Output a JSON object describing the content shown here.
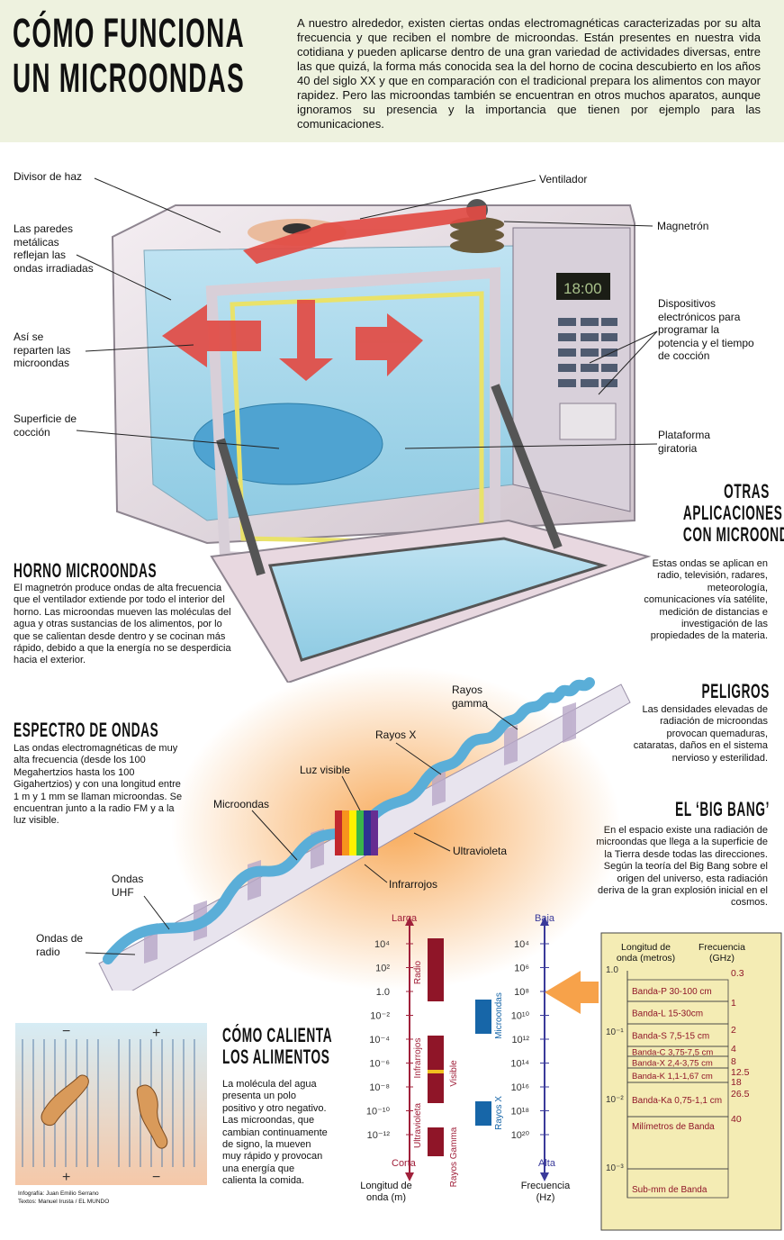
{
  "header": {
    "title_line1": "CÓMO FUNCIONA",
    "title_line2": "UN MICROONDAS",
    "intro": "A nuestro alrededor, existen ciertas ondas electromagnéticas caracterizadas por su alta frecuencia y que reciben el nombre de microondas. Están presentes en nuestra vida cotidiana y pueden aplicarse dentro de una gran variedad de actividades diversas, entre las que quizá, la forma más conocida sea la del horno de cocina descubierto en los años 40 del siglo XX y que en comparación con el tradicional prepara los alimentos con mayor rapidez. Pero las microondas también se encuentran en otros muchos aparatos, aunque ignoramos su presencia y la importancia que tienen por ejemplo para las comunicaciones."
  },
  "oven_labels": {
    "divisor": "Divisor de haz",
    "ventilador": "Ventilador",
    "magnetron": "Magnetrón",
    "paredes": "Las paredes metálicas reflejan las ondas irradiadas",
    "reparten": "Así se reparten las microondas",
    "superficie": "Superficie de cocción",
    "dispositivos": "Dispositivos electrónicos para programar la potencia y el tiempo de cocción",
    "plataforma": "Plataforma giratoria",
    "display": "18:00"
  },
  "sections": {
    "horno_title": "HORNO MICROONDAS",
    "horno_text": "El magnetrón produce ondas de alta frecuencia que el ventilador extiende por todo el interior del horno. Las microondas mueven las moléculas del agua y otras sustancias de los alimentos, por lo que se calientan desde dentro y se cocinan más rápido, debido a que la energía no se desperdicia hacia el exterior.",
    "otras_title_1": "OTRAS",
    "otras_title_2": "APLICACIONES",
    "otras_title_3": "CON MICROONDAS",
    "otras_text": "Estas ondas se aplican en radio, televisión, radares, meteorología, comunicaciones vía satélite, medición de distancias e investigación de las propiedades de la materia.",
    "peligros_title": "PELIGROS",
    "peligros_text": "Las densidades elevadas de radiación de microondas provocan quemaduras, cataratas, daños en el sistema nervioso y esterilidad.",
    "bigbang_title": "EL ‘BIG BANG’",
    "bigbang_text": "En el espacio existe una radiación de microondas que llega a la superficie de la Tierra desde todas las direcciones. Según la teoría del Big Bang sobre el origen del universo, esta radiación deriva de la gran explosión inicial en el cosmos.",
    "espectro_title": "ESPECTRO DE ONDAS",
    "espectro_text": "Las ondas electromagnéticas de muy alta frecuencia (desde los 100 Megahertzios hasta los 100 Gigahertzios) y con una longitud entre 1 m y 1 mm se llaman microondas. Se encuentran junto a la radio FM y a la luz visible.",
    "calienta_title_1": "CÓMO CALIENTA",
    "calienta_title_2": "LOS ALIMENTOS",
    "calienta_text": "La molécula del agua presenta un polo positivo y otro negativo. Las microondas, que cambian continuamente de signo, la mueven muy rápido y provocan una energía que calienta la comida."
  },
  "spectrum_labels": {
    "gamma": "Rayos gamma",
    "x": "Rayos X",
    "visible": "Luz visible",
    "micro": "Microondas",
    "ultra": "Ultravioleta",
    "infra": "Infrarrojos",
    "uhf": "Ondas UHF",
    "radio": "Ondas de radio"
  },
  "scale": {
    "wl_top": "Larga",
    "wl_bottom": "Corta",
    "wl_caption": "Longitud de onda (m)",
    "wl_ticks": [
      "10⁴",
      "10²",
      "1.0",
      "10⁻²",
      "10⁻⁴",
      "10⁻⁶",
      "10⁻⁸",
      "10⁻¹⁰",
      "10⁻¹²"
    ],
    "fr_top": "Baja",
    "fr_bottom": "Alta",
    "fr_caption": "Frecuencia (Hz)",
    "fr_ticks": [
      "10⁴",
      "10⁶",
      "10⁸",
      "10¹⁰",
      "10¹²",
      "10¹⁴",
      "10¹⁶",
      "10¹⁸",
      "10²⁰"
    ],
    "bands": [
      "Radio",
      "Infrarrojos",
      "Visible",
      "Ultravioleta",
      "Rayos Gamma",
      "Microondas",
      "Rayos X"
    ]
  },
  "band_table": {
    "col1": "Longitud de onda (metros)",
    "col2": "Frecuencia (GHz)",
    "left_ticks": [
      "1.0",
      "10⁻¹",
      "10⁻²",
      "10⁻³"
    ],
    "right_ticks": [
      "0.3",
      "1",
      "2",
      "4",
      "8",
      "12.5",
      "18",
      "26.5",
      "40"
    ],
    "rows": [
      "Banda-P 30-100 cm",
      "Banda-L 15-30cm",
      "Banda-S 7,5-15 cm",
      "Banda-C 3,75-7,5 cm",
      "Banda-X 2,4-3,75 cm",
      "Banda-K 1,1-1,67 cm",
      "Banda-Ka 0,75-1,1 cm",
      "Milímetros de Banda",
      "Sub-mm de Banda"
    ]
  },
  "credits": {
    "line1": "Infografía: Juan Emilio Serrano",
    "line2": "Textos: Manuel Irusta / EL MUNDO"
  },
  "colors": {
    "header_bg": "#eef2df",
    "arrow_red": "#e24b44",
    "wave_blue": "#5aaed8",
    "bar_red": "#8f1528",
    "bar_blue": "#1766a8",
    "wl_axis": "#a0203a",
    "fr_axis": "#3a3a9a",
    "table_bg": "#f4ecb4"
  }
}
